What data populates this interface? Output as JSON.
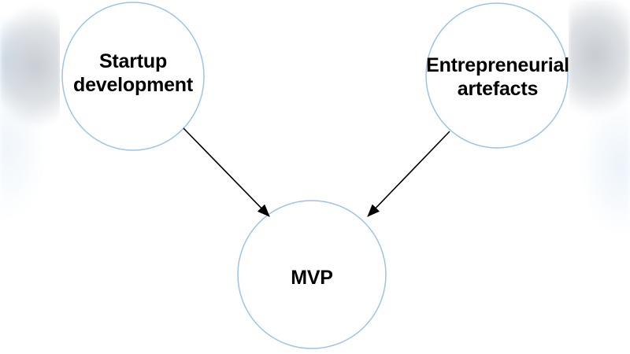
{
  "diagram": {
    "type": "concept-diagram",
    "nodes": [
      {
        "id": "startup-development",
        "label": "Startup development",
        "shape": "circle"
      },
      {
        "id": "entrepreneurial-artefacts",
        "label": "Entrepreneurial artefacts",
        "shape": "circle"
      },
      {
        "id": "mvp",
        "label": "MVP",
        "shape": "circle"
      }
    ],
    "edges": [
      {
        "from": "startup-development",
        "to": "mvp",
        "style": "arrow"
      },
      {
        "from": "entrepreneurial-artefacts",
        "to": "mvp",
        "style": "arrow"
      }
    ],
    "colors": {
      "canvas_bg": "#ffffff",
      "node_fill": "#ffffff",
      "node_stroke": "#9dc3e6",
      "arrow": "#000000",
      "label_text": "#000000",
      "edge_blur_gray": "#c6cbd1",
      "edge_blur_blue": "#cfe2f3"
    }
  }
}
